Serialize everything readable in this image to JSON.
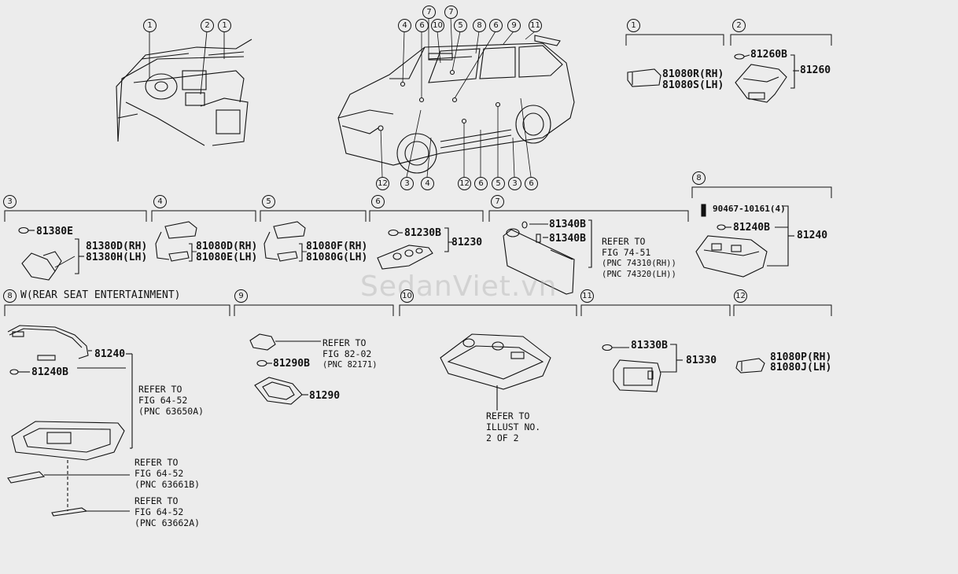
{
  "watermark": "SedanViet.vn",
  "callouts_top": [
    "1",
    "2",
    "1",
    "4",
    "6",
    "7",
    "10",
    "7",
    "5",
    "8",
    "6",
    "9",
    "11",
    "12",
    "3",
    "4",
    "12",
    "6",
    "5",
    "3",
    "6"
  ],
  "section_numbers": {
    "s1": "1",
    "s2": "2",
    "s3": "3",
    "s4": "4",
    "s5": "5",
    "s6": "6",
    "s7": "7",
    "s8": "8",
    "s8b": "8",
    "s9": "9",
    "s10": "10",
    "s11": "11",
    "s12": "12"
  },
  "section8b_title": "W(REAR SEAT ENTERTAINMENT)",
  "parts": {
    "p81080R": "81080R(RH)",
    "p81080S": "81080S(LH)",
    "p81260B": "81260B",
    "p81260": "81260",
    "p81380E": "81380E",
    "p81380D": "81380D(RH)",
    "p81380H": "81380H(LH)",
    "p81080D": "81080D(RH)",
    "p81080E": "81080E(LH)",
    "p81080F": "81080F(RH)",
    "p81080G": "81080G(LH)",
    "p81230B": "81230B",
    "p81230": "81230",
    "p81340B_1": "81340B",
    "p81340B_2": "81340B",
    "p90467": "90467-10161(4)",
    "p81240B_top": "81240B",
    "p81240_top": "81240",
    "p81240_bot": "81240",
    "p81240B_bot": "81240B",
    "p81290B": "81290B",
    "p81290": "81290",
    "p81330B": "81330B",
    "p81330": "81330",
    "p81080P": "81080P(RH)",
    "p81080J": "81080J(LH)"
  },
  "refs": {
    "r7": [
      "REFER TO",
      "FIG 74-51",
      "(PNC 74310(RH))",
      "(PNC 74320(LH))"
    ],
    "r8a": [
      "REFER TO",
      "FIG 64-52",
      "(PNC 63650A)"
    ],
    "r8b": [
      "REFER TO",
      "FIG 64-52",
      "(PNC 63661B)"
    ],
    "r8c": [
      "REFER TO",
      "FIG 64-52",
      "(PNC 63662A)"
    ],
    "r9": [
      "REFER TO",
      "FIG 82-02",
      "(PNC 82171)"
    ],
    "r10": [
      "REFER TO",
      "ILLUST NO.",
      "2 OF 2"
    ]
  }
}
